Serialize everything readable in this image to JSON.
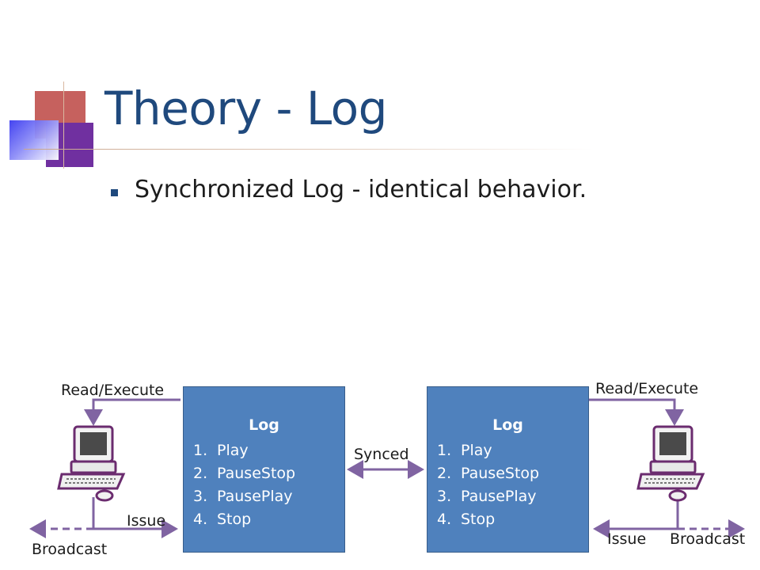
{
  "slide": {
    "title": "Theory - Log",
    "bullet": "Synchronized Log - identical behavior."
  },
  "left_log": {
    "title": "Log",
    "items": [
      {
        "num": "1.",
        "text": "Play"
      },
      {
        "num": "2.",
        "text": "PauseStop"
      },
      {
        "num": "3.",
        "text": "PausePlay"
      },
      {
        "num": "4.",
        "text": "Stop"
      }
    ]
  },
  "right_log": {
    "title": "Log",
    "items": [
      {
        "num": "1.",
        "text": "Play"
      },
      {
        "num": "2.",
        "text": "PauseStop"
      },
      {
        "num": "3.",
        "text": "PausePlay"
      },
      {
        "num": "4.",
        "text": "Stop"
      }
    ]
  },
  "labels": {
    "left_read": "Read/Execute",
    "right_read": "Read/Execute",
    "synced": "Synced",
    "left_issue": "Issue",
    "left_broadcast": "Broadcast",
    "right_issue": "Issue",
    "right_broadcast": "Broadcast"
  },
  "colors": {
    "title": "#1f497d",
    "log_box": "#4f81bd",
    "connector": "#8064a2"
  },
  "icons": [
    "computer-icon"
  ]
}
